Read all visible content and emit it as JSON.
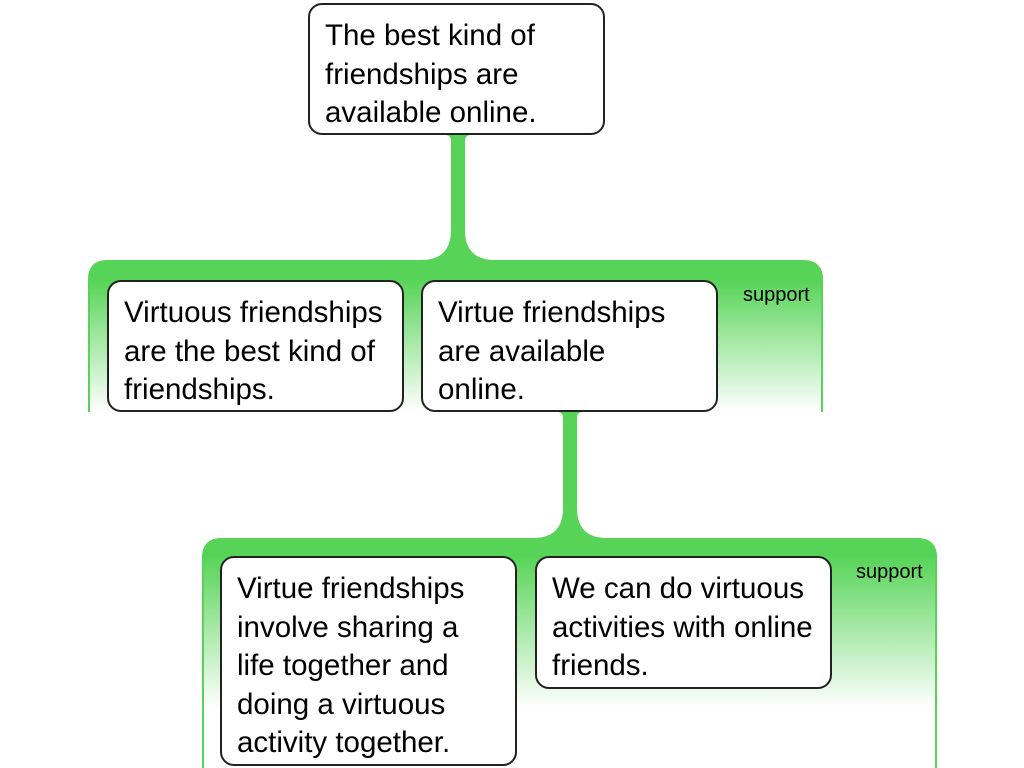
{
  "claim": {
    "text": "The best kind of\nfriendships are\navailable online.",
    "support": {
      "label": "support",
      "premises": [
        {
          "text": "Virtuous friendships\nare the best kind of\nfriendships."
        },
        {
          "text": "Virtue friendships\nare available\nonline.",
          "support": {
            "label": "support",
            "premises": [
              {
                "text": "Virtue friendships\ninvolve sharing a\nlife together and\ndoing a virtuous\nactivity together."
              },
              {
                "text": "We can do virtuous\nactivities with online\nfriends."
              }
            ]
          }
        }
      ]
    }
  },
  "colors": {
    "support_link": "#57d457",
    "box_border": "#222222",
    "box_fill": "#ffffff"
  }
}
